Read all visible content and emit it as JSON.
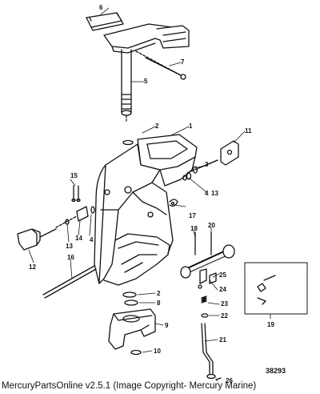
{
  "diagram": {
    "drawing_number": "38293",
    "callouts": {
      "c1": "1",
      "c2a": "2",
      "c3": "3",
      "c4a": "4",
      "c4b": "4",
      "c5": "5",
      "c6": "6",
      "c7": "7",
      "c11": "11",
      "c12": "12",
      "c13a": "13",
      "c13b": "13",
      "c14": "14",
      "c15": "15",
      "c16": "16",
      "c17": "17",
      "c18": "18",
      "c2b": "2",
      "c8": "8",
      "c9": "9",
      "c10": "10",
      "c20": "20",
      "c24": "24",
      "c25": "25",
      "c23": "23",
      "c22": "22",
      "c21": "21",
      "c26": "26",
      "c19": "19"
    }
  },
  "footer": {
    "text": "MercuryPartsOnline v2.5.1 (Image Copyright- Mercury Marine)"
  }
}
